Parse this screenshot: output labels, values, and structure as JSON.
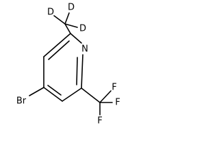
{
  "molecule": {
    "atoms": {
      "n": "N",
      "br": "Br",
      "f1": "F",
      "f2": "F",
      "f3": "F",
      "d1": "D",
      "d2": "D",
      "d3": "D"
    }
  },
  "colors": {
    "bond": "#000000",
    "label": "#000000",
    "background": "#ffffff"
  }
}
